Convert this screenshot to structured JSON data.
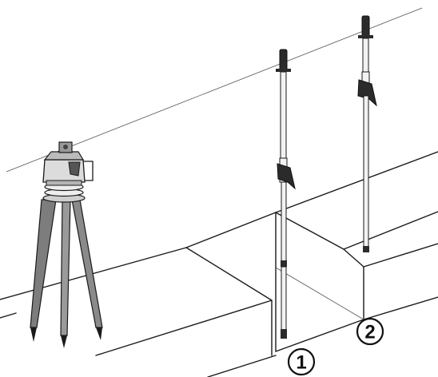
{
  "callouts": [
    {
      "id": "1",
      "label": "1"
    },
    {
      "id": "2",
      "label": "2"
    }
  ],
  "colors": {
    "line": "#1a1a1a",
    "rod_body": "#f2f2f2",
    "rod_dark": "#2b2b2b",
    "tripod_leg": "#9a9a9a",
    "laser_body": "#d8d8d8",
    "laser_dark": "#555555"
  },
  "icons": {
    "laser": "rotary-laser-icon",
    "tripod": "tripod-icon",
    "rod": "leveling-rod-icon"
  }
}
